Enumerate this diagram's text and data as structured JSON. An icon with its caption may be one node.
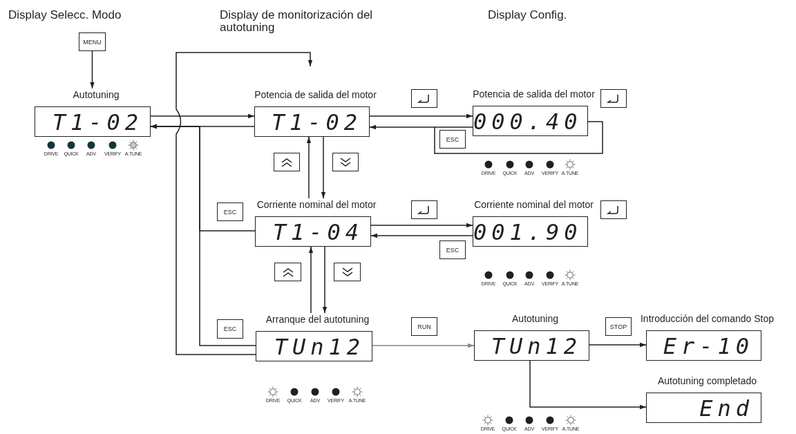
{
  "diagram": {
    "nodes": [
      {
        "text": [
          "MENU"
        ]
      },
      {
        "text": [
          "Autotuning",
          "T1-02"
        ]
      },
      {
        "text": [
          "Potencia de salida del motor",
          "T1-02"
        ]
      },
      {
        "text": [],
        "shape": "box"
      },
      {
        "text": [
          "Potencia de salida del motor",
          "000.40"
        ]
      },
      {
        "text": [],
        "shape": "box"
      },
      {
        "text": [
          "ESC"
        ]
      },
      {
        "text": [],
        "shape": "box"
      },
      {
        "text": [],
        "shape": "box"
      },
      {
        "text": [
          "ESC"
        ]
      },
      {
        "text": [
          "Corriente nominal del motor",
          "T1-04"
        ]
      },
      {
        "text": [],
        "shape": "box"
      },
      {
        "text": [
          "Corriente nominal del motor",
          "001.90"
        ]
      },
      {
        "text": [],
        "shape": "box"
      },
      {
        "text": [
          "ESC"
        ]
      },
      {
        "text": [],
        "shape": "box"
      },
      {
        "text": [],
        "shape": "box"
      },
      {
        "text": [
          "ESC"
        ]
      },
      {
        "text": [
          "Arranque del autotuning",
          "TUn12"
        ]
      },
      {
        "text": [
          "RUN"
        ]
      },
      {
        "text": [
          "Autotuning",
          "TUn12"
        ]
      },
      {
        "text": [
          "STOP"
        ]
      },
      {
        "text": [
          "Introducción del comando Stop",
          "Er-10"
        ]
      },
      {
        "text": [
          "Autotuning completado",
          "End"
        ]
      }
    ],
    "edges": [
      {
        "from": 0,
        "to": 1,
        "arrow": "to"
      },
      {
        "from": 1,
        "to": 2,
        "arrow": "to"
      },
      {
        "from": 2,
        "to": 1,
        "arrow": "to"
      },
      {
        "from": 2,
        "to": 4,
        "arrow": "to"
      },
      {
        "from": 4,
        "to": 2,
        "arrow": "to"
      },
      {
        "from": 10,
        "to": 2,
        "arrow": "to"
      },
      {
        "from": 2,
        "to": 10,
        "arrow": "to"
      },
      {
        "from": 10,
        "to": 12,
        "arrow": "to"
      },
      {
        "from": 12,
        "to": 10,
        "arrow": "to"
      },
      {
        "from": 18,
        "to": 10,
        "arrow": "to"
      },
      {
        "from": 10,
        "to": 18,
        "arrow": "to"
      },
      {
        "from": 10,
        "to": 1,
        "arrow": "to"
      },
      {
        "from": 18,
        "to": 1,
        "arrow": "to"
      },
      {
        "from": 18,
        "to": null,
        "arrow": "to"
      },
      {
        "from": 18,
        "to": 20,
        "arrow": "to",
        "color": "#7a8896"
      },
      {
        "from": 20,
        "to": 22,
        "arrow": "to"
      },
      {
        "from": 20,
        "to": 23,
        "arrow": "to"
      }
    ],
    "labels": [
      "Display Selecc. Modo",
      "Display de monitorización del autotuning",
      "Display Config.",
      "DRIVE",
      "QUICK",
      "ADV",
      "VERIFY",
      "A.TUNE",
      "DRIVE",
      "QUICK",
      "ADV",
      "VERIFY",
      "A.TUNE",
      "DRIVE",
      "QUICK",
      "ADV",
      "VERIFY",
      "A.TUNE",
      "DRIVE",
      "QUICK",
      "ADV",
      "VERIFY",
      "A.TUNE",
      "DRIVE",
      "QUICK",
      "ADV",
      "VERIFY",
      "A.TUNE"
    ]
  }
}
